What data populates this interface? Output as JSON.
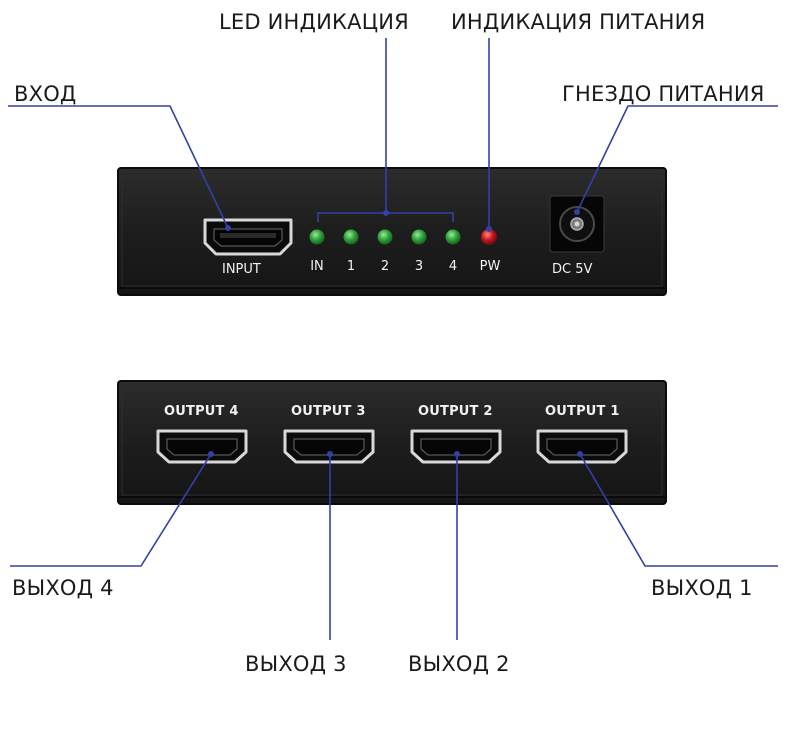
{
  "callouts": {
    "input": "ВХОД",
    "led_indication": "LED ИНДИКАЦИЯ",
    "power_indication": "ИНДИКАЦИЯ ПИТАНИЯ",
    "power_jack": "ГНЕЗДО ПИТАНИЯ",
    "output_4": "ВЫХОД 4",
    "output_3": "ВЫХОД 3",
    "output_2": "ВЫХОД 2",
    "output_1": "ВЫХОД 1"
  },
  "front_panel": {
    "input_label": "INPUT",
    "leds": [
      {
        "label": "IN",
        "color": "#2fa23a"
      },
      {
        "label": "1",
        "color": "#2fa23a"
      },
      {
        "label": "2",
        "color": "#2fa23a"
      },
      {
        "label": "3",
        "color": "#2fa23a"
      },
      {
        "label": "4",
        "color": "#2fa23a"
      },
      {
        "label": "PW",
        "color": "#c8141a"
      }
    ],
    "power_label": "DC 5V"
  },
  "back_panel": {
    "outputs": [
      "OUTPUT 4",
      "OUTPUT 3",
      "OUTPUT 2",
      "OUTPUT 1"
    ]
  },
  "colors": {
    "device_body": "#202020",
    "leader_line": "#3340a8",
    "label_text": "#1a1a1a"
  }
}
